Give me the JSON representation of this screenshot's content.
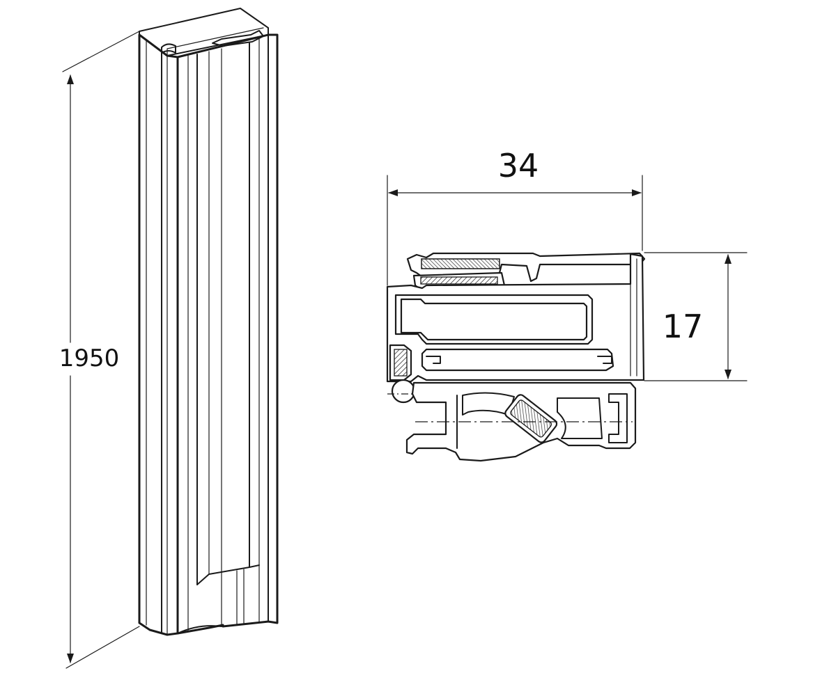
{
  "dimensions": {
    "height_label": "1950",
    "width_label": "34",
    "depth_label": "17"
  },
  "colors": {
    "line": "#1a1a1a",
    "background": "#ffffff",
    "hatch": "#333333"
  }
}
